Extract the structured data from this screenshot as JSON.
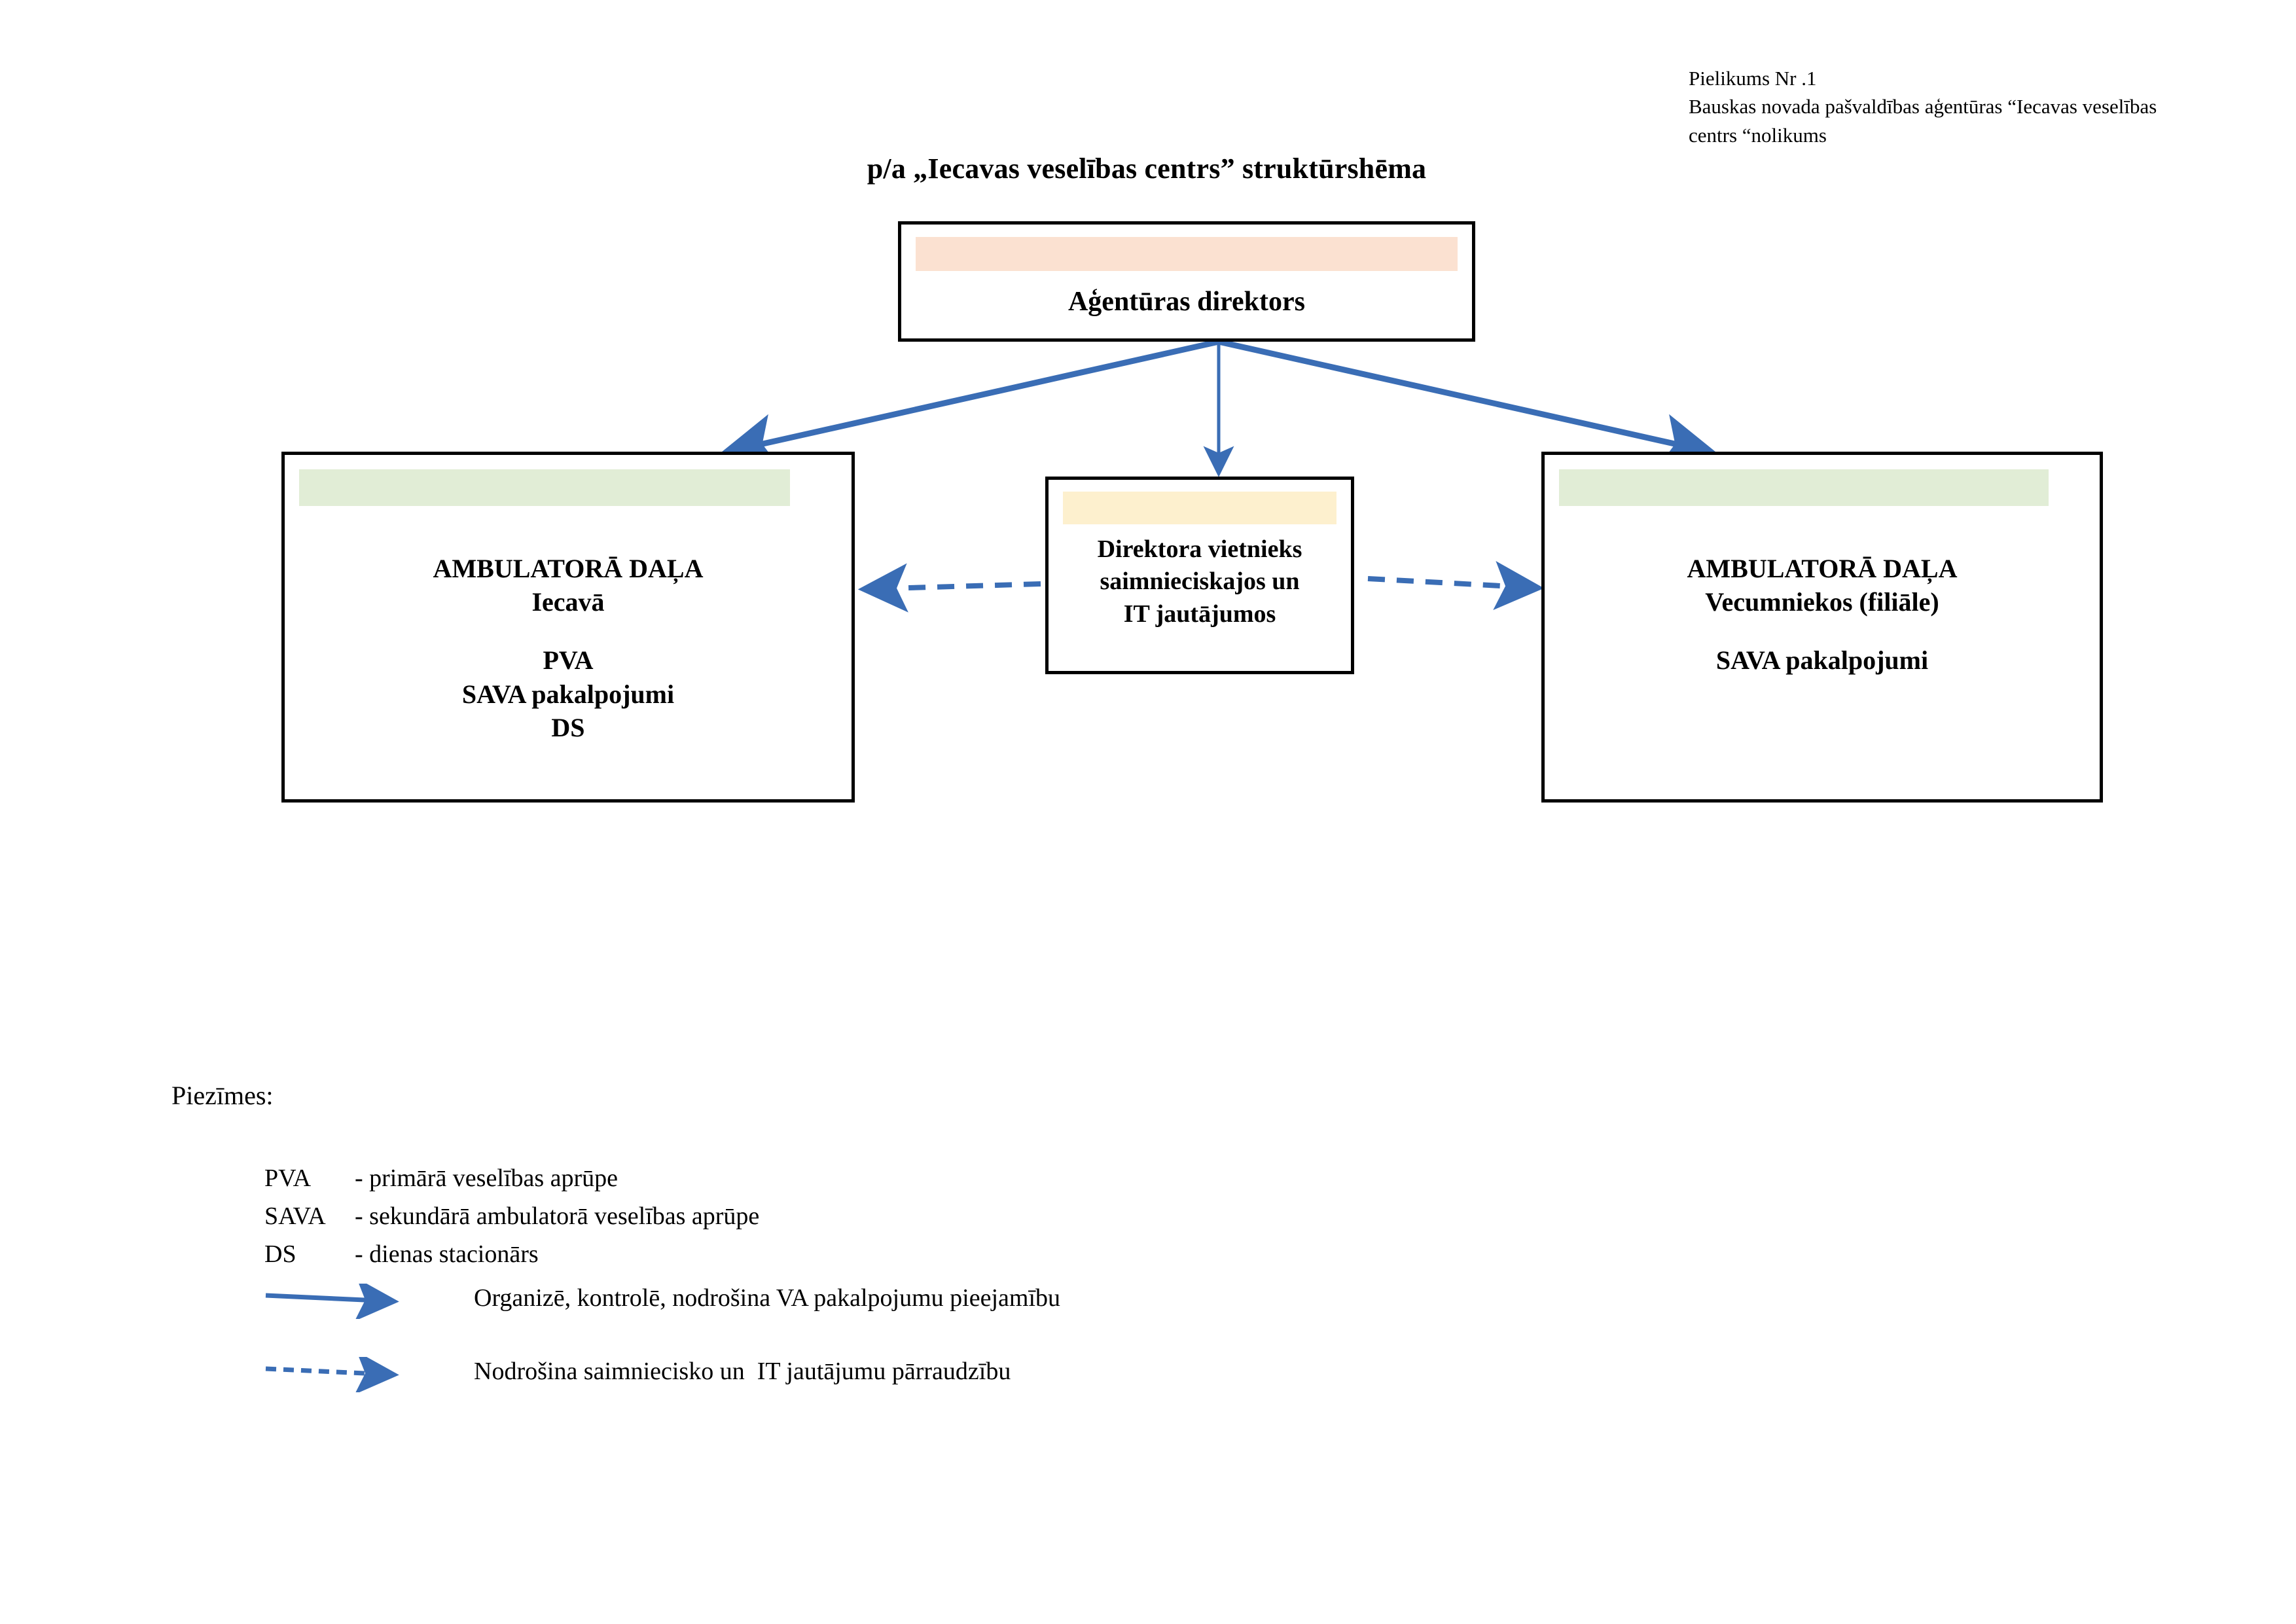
{
  "document_header": [
    "Pielikums Nr .1",
    "Bauskas novada pašvaldības aģentūras “Iecavas veselības",
    "centrs “nolikums"
  ],
  "chart_title": "p/a „Iecavas veselības centrs” struktūrshēma",
  "colors": {
    "arrow_blue": "#3a6db5",
    "band_peach": "#fbe1d1",
    "band_green": "#e1edd6",
    "band_yellow": "#fdf0ce",
    "border_black": "#000000"
  },
  "nodes": {
    "director": {
      "lines": [
        "Aģentūras direktors"
      ]
    },
    "ambulatory_iecava": {
      "lines": [
        "AMBULATORĀ DAĻA",
        "Iecavā",
        "",
        "PVA",
        "SAVA pakalpojumi",
        "DS"
      ]
    },
    "deputy": {
      "lines": [
        "Direktora vietnieks",
        "saimnieciskajos un",
        "IT jautājumos"
      ]
    },
    "ambulatory_vecumnieki": {
      "lines": [
        "AMBULATORĀ DAĻA",
        "Vecumniekos (filiāle)",
        "",
        "SAVA pakalpojumi"
      ]
    }
  },
  "notes": {
    "heading": "Piezīmes:",
    "abbreviations": [
      {
        "key": "PVA",
        "value": "- primārā veselības aprūpe"
      },
      {
        "key": "SAVA",
        "value": "- sekundārā ambulatorā veselības aprūpe"
      },
      {
        "key": "DS",
        "value": "- dienas stacionārs"
      }
    ],
    "legend": [
      {
        "style": "solid",
        "label": "Organizē, kontrolē, nodrošina VA pakalpojumu pieejamību"
      },
      {
        "style": "dashed",
        "label": "Nodrošina saimniecisko un  IT jautājumu pārraudzību"
      }
    ]
  },
  "connectors": [
    {
      "from": "director",
      "to": "ambulatory_iecava",
      "style": "solid",
      "direction": "down-left"
    },
    {
      "from": "director",
      "to": "deputy",
      "style": "solid",
      "direction": "down"
    },
    {
      "from": "director",
      "to": "ambulatory_vecumnieki",
      "style": "solid",
      "direction": "down-right"
    },
    {
      "from": "deputy",
      "to": "ambulatory_iecava",
      "style": "dashed",
      "direction": "left"
    },
    {
      "from": "deputy",
      "to": "ambulatory_vecumnieki",
      "style": "dashed",
      "direction": "right"
    }
  ]
}
